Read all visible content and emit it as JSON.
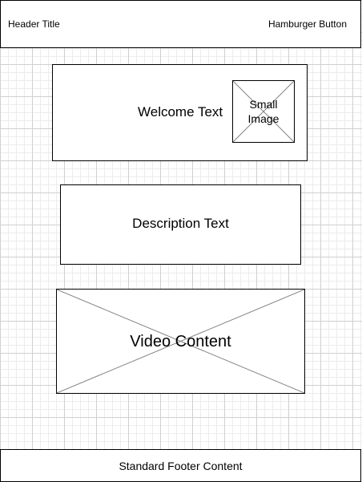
{
  "header": {
    "title": "Header Title",
    "menu_button_label": "Hamburger Button"
  },
  "welcome": {
    "text": "Welcome Text",
    "image_label": "Small\nImage"
  },
  "description": {
    "text": "Description Text"
  },
  "video": {
    "label": "Video Content"
  },
  "footer": {
    "text": "Standard Footer Content"
  },
  "colors": {
    "stroke": "#000000",
    "placeholder_cross": "#808080",
    "grid": "#d0d0d0",
    "background": "#ffffff"
  }
}
